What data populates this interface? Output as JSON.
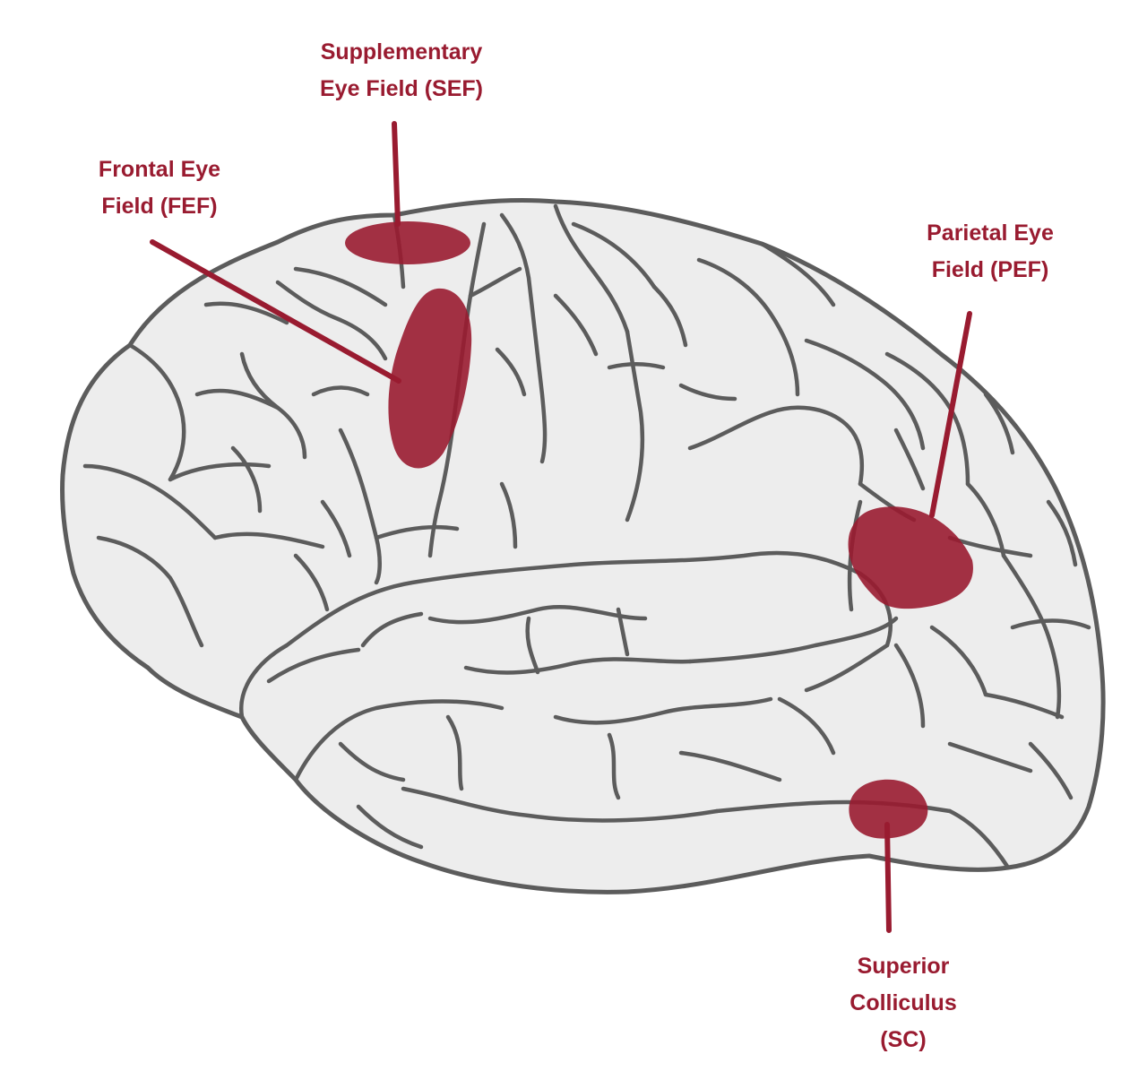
{
  "colors": {
    "brain_fill": "#ededed",
    "brain_outline": "#5c5c5c",
    "region": "#991b30",
    "region_opacity": 0.9,
    "label_text": "#991b30"
  },
  "labels": {
    "sef": [
      "Supplementary",
      "Eye Field (SEF)"
    ],
    "fef": [
      "Frontal Eye",
      "Field (FEF)"
    ],
    "pef": [
      "Parietal Eye",
      "Field (PEF)"
    ],
    "sc": [
      "Superior",
      "Colliculus",
      "(SC)"
    ]
  }
}
